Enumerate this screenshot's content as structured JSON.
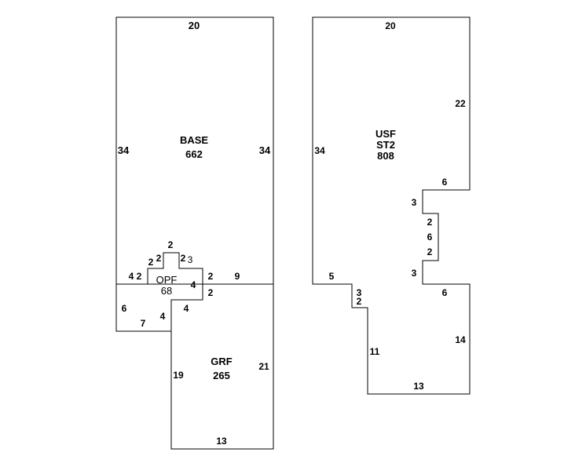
{
  "left_sketch": {
    "base": {
      "code": "BASE",
      "area": "662",
      "top": "20",
      "left": "34",
      "right": "34"
    },
    "opf": {
      "code": "OPF",
      "area": "68",
      "dims": [
        "2",
        "2",
        "2",
        "2",
        "3",
        "4",
        "2",
        "4",
        "2",
        "2",
        "4",
        "4",
        "6",
        "7"
      ]
    },
    "lower": {
      "right_top": "9"
    },
    "grf": {
      "code": "GRF",
      "area": "265",
      "left": "19",
      "right": "21",
      "bottom": "13"
    }
  },
  "right_sketch": {
    "usf": {
      "code": "USF",
      "code2": "ST2",
      "area": "808"
    },
    "dims": {
      "top": "20",
      "left": "34",
      "right_upper": "22",
      "notch_top": "6",
      "notch_3a": "3",
      "notch_2a": "2",
      "notch_6": "6",
      "notch_2b": "2",
      "notch_3b": "3",
      "notch_bottom": "6",
      "right_lower": "14",
      "bottom": "13",
      "left_lower": "11",
      "step_5": "5",
      "step_3": "3",
      "step_2": "2"
    }
  }
}
